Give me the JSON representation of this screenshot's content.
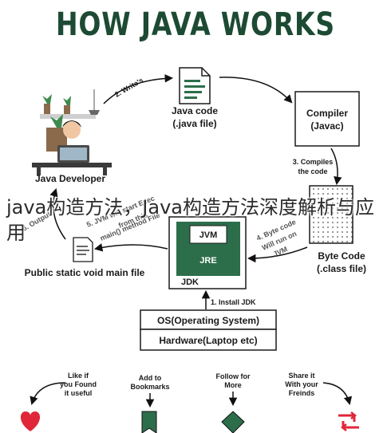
{
  "title": "HOW JAVA WORKS",
  "nodes": {
    "developer": "Java Developer",
    "java_code": [
      "Java code",
      "(.java file)"
    ],
    "compiler": [
      "Compiler",
      "(Javac)"
    ],
    "byte_code": [
      "Byte Code",
      "(.class file)"
    ],
    "jdk": "JDK",
    "jre": "JRE",
    "jvm": "JVM",
    "os": "OS(Operating System)",
    "hardware": "Hardware(Laptop etc)",
    "main_file": "Public static void main file"
  },
  "steps": {
    "write": "2. Write's",
    "compile": [
      "3. Compiles",
      "the code"
    ],
    "install": "1. Install JDK",
    "bytecode_run": [
      "4. Byte code",
      "Will run on",
      "JVM"
    ],
    "jvm_start": [
      "5. JVM will start Exec",
      "from this",
      "main() method File"
    ],
    "output": "6. Output"
  },
  "footer": {
    "like": [
      "Like if",
      "you Found",
      "it useful"
    ],
    "bookmark": [
      "Add to",
      "Bookmarks"
    ],
    "follow": [
      "Follow for",
      "More"
    ],
    "share": [
      "Share it",
      "With your",
      "Freinds"
    ]
  },
  "overlay_text": "java构造方法，Java构造方法深度解析与应用",
  "colors": {
    "title": "#1d4a33",
    "jvm_green": "#2d6e4a",
    "accent_red": "#e0273a"
  }
}
